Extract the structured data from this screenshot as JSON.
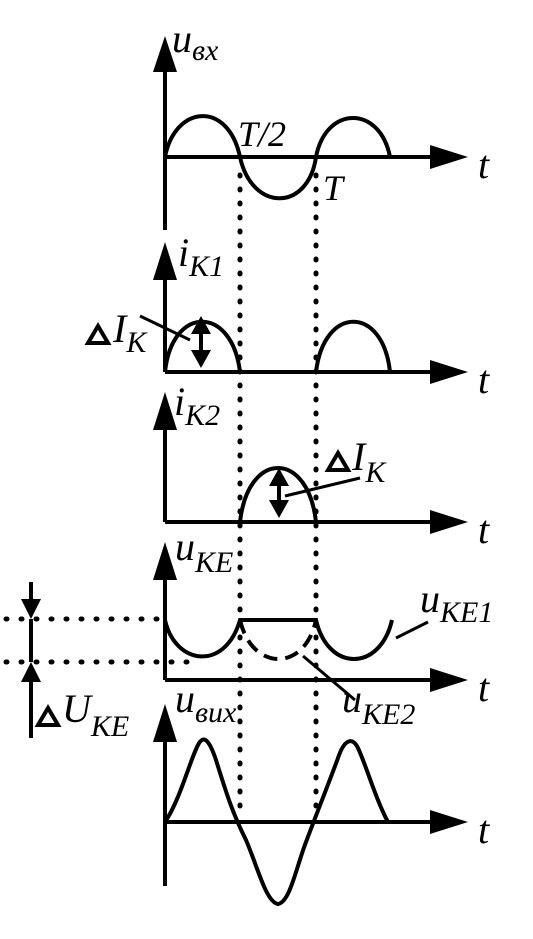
{
  "labels": {
    "u_in_main": "u",
    "u_in_sub": "вх",
    "half_period": "T/2",
    "period": "T",
    "t": "t",
    "ik1_main": "i",
    "ik1_sub": "K1",
    "ik2_main": "i",
    "ik2_sub": "K2",
    "delta_ik_main": "I",
    "delta_ik_sub": "K",
    "uke_main": "u",
    "uke_sub": "KE",
    "uke1_main": "u",
    "uke1_sub": "KE1",
    "uke2_main": "u",
    "uke2_sub": "KE2",
    "delta_uke_main": "U",
    "delta_uke_sub": "KE",
    "u_out_main": "u",
    "u_out_sub": "вих"
  }
}
